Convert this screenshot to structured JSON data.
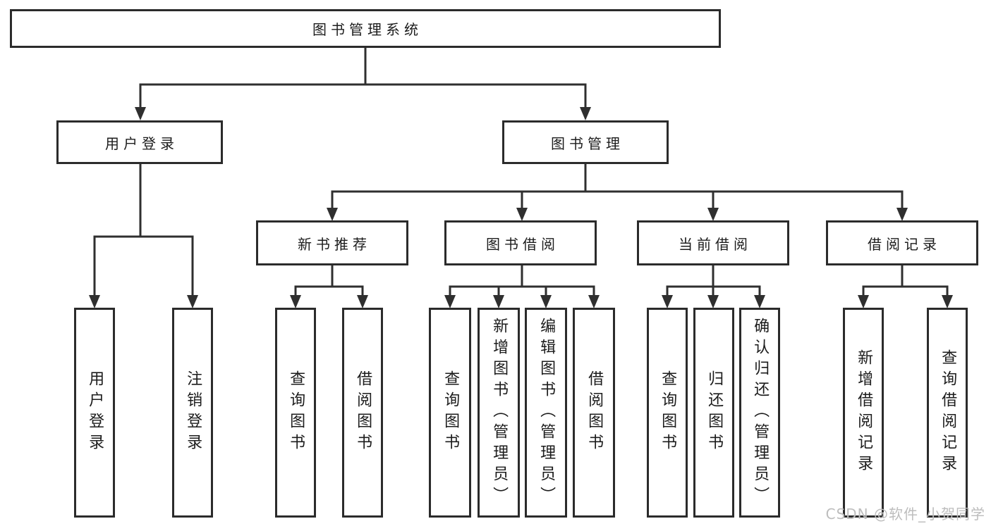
{
  "diagram_title": "图书管理系统",
  "colors": {
    "line": "#2f2f2f",
    "box_border": "#2b2b2b",
    "text": "#1c1c1c",
    "watermark": "#bdbdbd",
    "background": "#ffffff"
  },
  "root": {
    "label": "图书管理系统"
  },
  "level2": [
    {
      "label": "用户登录"
    },
    {
      "label": "图书管理"
    }
  ],
  "level3": [
    {
      "label": "新书推荐"
    },
    {
      "label": "图书借阅"
    },
    {
      "label": "当前借阅"
    },
    {
      "label": "借阅记录"
    }
  ],
  "leafGroups": [
    {
      "parent": "用户登录",
      "items": [
        "用户登录",
        "注销登录"
      ]
    },
    {
      "parent": "新书推荐",
      "items": [
        "查询图书",
        "借阅图书"
      ]
    },
    {
      "parent": "图书借阅",
      "items": [
        "查询图书",
        "新增图书（管理员）",
        "编辑图书（管理员）",
        "借阅图书"
      ]
    },
    {
      "parent": "当前借阅",
      "items": [
        "查询图书",
        "归还图书",
        "确认归还（管理员）"
      ]
    },
    {
      "parent": "借阅记录",
      "items": [
        "新增借阅记录",
        "查询借阅记录"
      ]
    }
  ],
  "watermark": "CSDN @软件_小贺同学"
}
